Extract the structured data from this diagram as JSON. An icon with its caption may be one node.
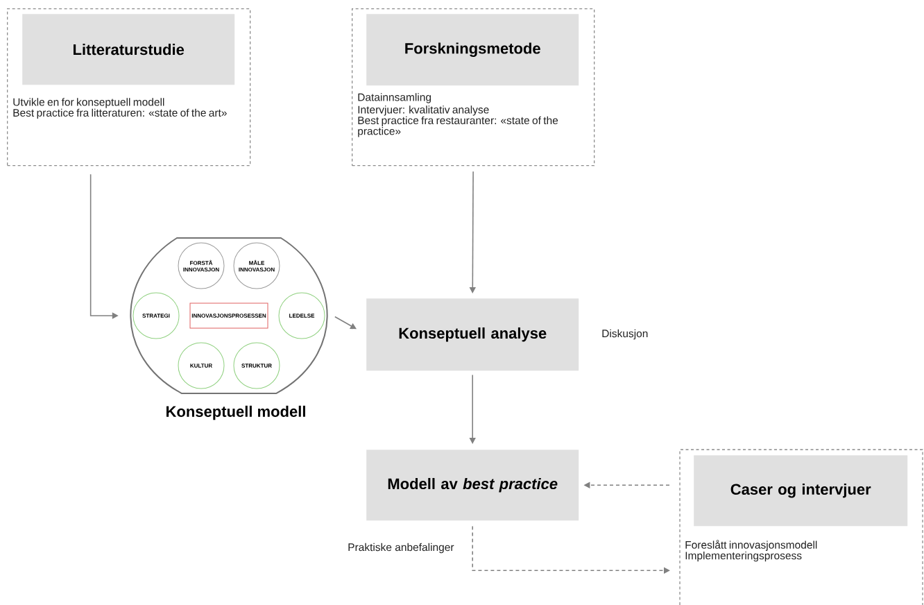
{
  "diagram": {
    "nodes": [
      {
        "text": [
          "Utvikle en for konseptuell modell",
          "Best practice fra litteraturen: «state of the art»"
        ]
      },
      {
        "text": [
          "Litteraturstudie"
        ],
        "in": 0
      },
      {
        "text": [
          "Datainnsamling",
          "Intervjuer: kvalitativ analyse",
          "Best practice fra restauranter: «state of the practice»"
        ]
      },
      {
        "text": [
          "Forskningsmetode"
        ],
        "in": 2
      },
      {
        "text": [
          "Konseptuell modell"
        ]
      },
      {
        "text": [
          "FORSTÅ INNOVASJON"
        ],
        "in": 4
      },
      {
        "text": [
          "MÅLE INNOVASJON"
        ],
        "in": 4
      },
      {
        "text": [
          "STRATEGI"
        ],
        "in": 4
      },
      {
        "text": [
          "INNOVASJONSPROSESSEN"
        ],
        "in": 4
      },
      {
        "text": [
          "LEDELSE"
        ],
        "in": 4
      },
      {
        "text": [
          "KULTUR"
        ],
        "in": 4
      },
      {
        "text": [
          "STRUKTUR"
        ],
        "in": 4
      },
      {
        "text": [
          "Konseptuell analyse"
        ],
        "beside": [
          "Diskusjon"
        ]
      },
      {
        "text": [
          "Modell av *best practice*"
        ]
      },
      {
        "text": [
          "Foreslått innovasjonsmodell",
          "Implementeringsprosess"
        ]
      },
      {
        "text": [
          "Caser og intervjuer"
        ],
        "in": 14
      }
    ],
    "edges": [
      {
        "from": 0,
        "to": 4,
        "arrow": "to"
      },
      {
        "from": 2,
        "to": 12,
        "arrow": "to"
      },
      {
        "from": 4,
        "to": 12,
        "arrow": "to"
      },
      {
        "from": 12,
        "to": 13,
        "arrow": "to"
      },
      {
        "from": 14,
        "to": 13,
        "arrow": "to",
        "style": "dashed"
      },
      {
        "from": 13,
        "to": 14,
        "arrow": "to",
        "style": "dashed",
        "label": "Praktiske anbefalinger"
      }
    ]
  }
}
